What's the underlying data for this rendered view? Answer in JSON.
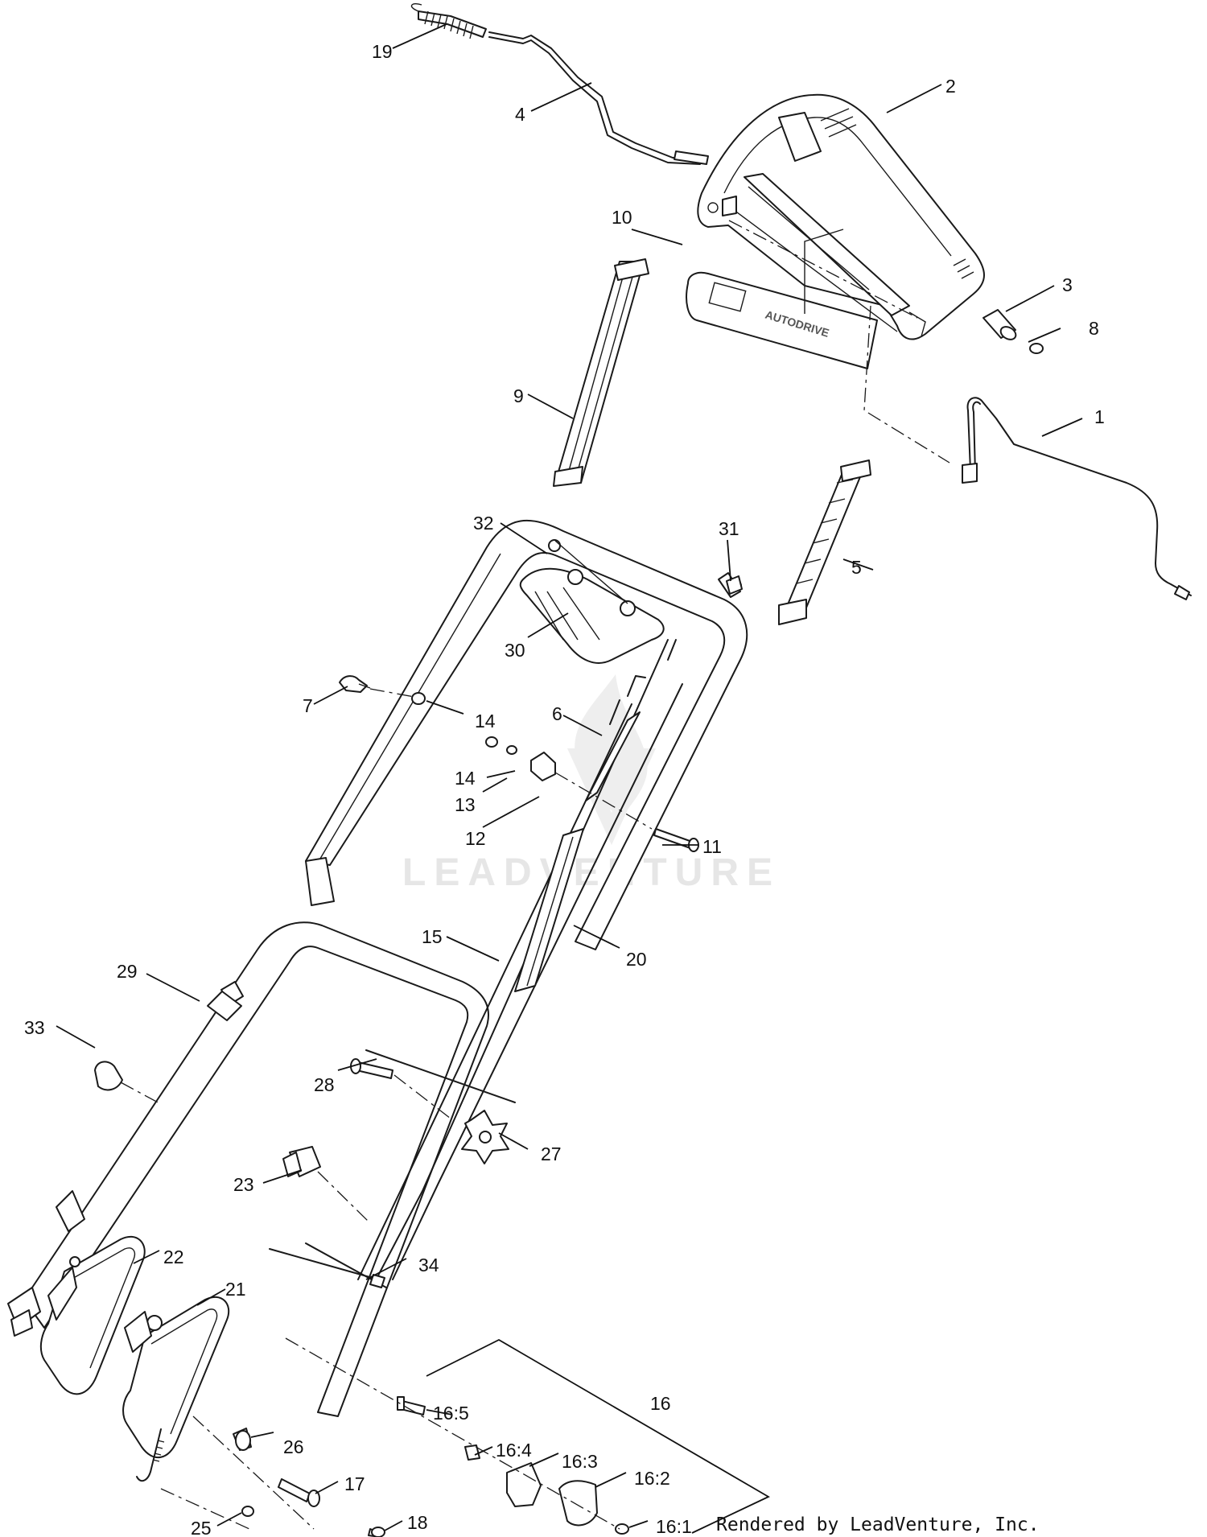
{
  "diagram": {
    "callouts": [
      {
        "id": "c-19",
        "label": "19"
      },
      {
        "id": "c-4",
        "label": "4"
      },
      {
        "id": "c-2",
        "label": "2"
      },
      {
        "id": "c-10",
        "label": "10"
      },
      {
        "id": "c-3",
        "label": "3"
      },
      {
        "id": "c-8",
        "label": "8"
      },
      {
        "id": "c-9",
        "label": "9"
      },
      {
        "id": "c-1",
        "label": "1"
      },
      {
        "id": "c-32",
        "label": "32"
      },
      {
        "id": "c-31",
        "label": "31"
      },
      {
        "id": "c-5",
        "label": "5"
      },
      {
        "id": "c-30",
        "label": "30"
      },
      {
        "id": "c-7",
        "label": "7"
      },
      {
        "id": "c-14a",
        "label": "14"
      },
      {
        "id": "c-6",
        "label": "6"
      },
      {
        "id": "c-14b",
        "label": "14"
      },
      {
        "id": "c-13",
        "label": "13"
      },
      {
        "id": "c-12",
        "label": "12"
      },
      {
        "id": "c-11",
        "label": "11"
      },
      {
        "id": "c-15",
        "label": "15"
      },
      {
        "id": "c-20",
        "label": "20"
      },
      {
        "id": "c-29",
        "label": "29"
      },
      {
        "id": "c-33",
        "label": "33"
      },
      {
        "id": "c-28",
        "label": "28"
      },
      {
        "id": "c-27",
        "label": "27"
      },
      {
        "id": "c-23",
        "label": "23"
      },
      {
        "id": "c-22",
        "label": "22"
      },
      {
        "id": "c-21",
        "label": "21"
      },
      {
        "id": "c-34",
        "label": "34"
      },
      {
        "id": "c-16",
        "label": "16"
      },
      {
        "id": "c-16-5",
        "label": "16:5"
      },
      {
        "id": "c-16-4",
        "label": "16:4"
      },
      {
        "id": "c-16-3",
        "label": "16:3"
      },
      {
        "id": "c-16-2",
        "label": "16:2"
      },
      {
        "id": "c-26",
        "label": "26"
      },
      {
        "id": "c-17",
        "label": "17"
      },
      {
        "id": "c-16-1",
        "label": "16:1"
      },
      {
        "id": "c-25",
        "label": "25"
      },
      {
        "id": "c-18",
        "label": "18"
      }
    ],
    "brand_plate_text": "AUTODRIVE",
    "watermark": "LEADVENTURE",
    "footer": "Rendered by LeadVenture, Inc."
  }
}
